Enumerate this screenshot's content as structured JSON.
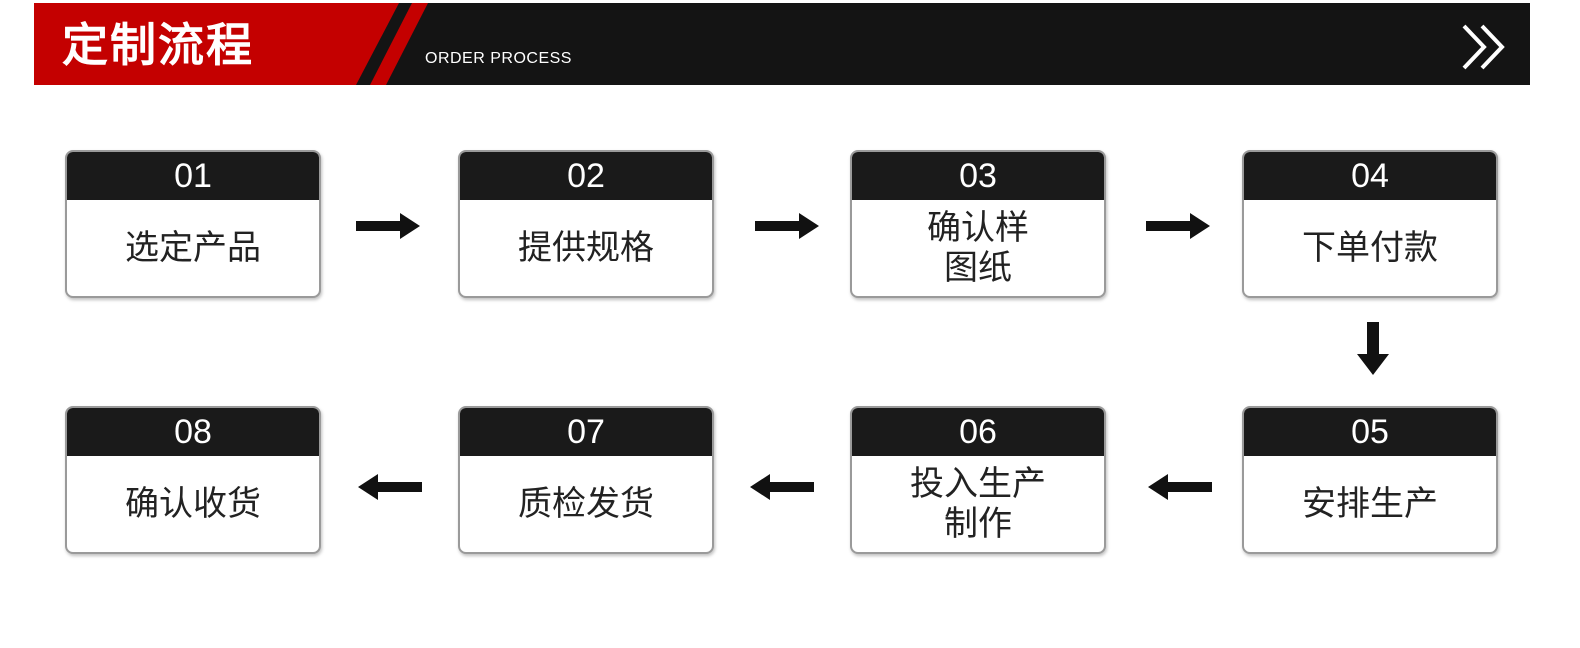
{
  "header": {
    "title": "定制流程",
    "subtitle": "ORDER PROCESS",
    "accent_color": "#c40000",
    "bar_color": "#141414",
    "chevron_icon": "double-chevron-right-icon"
  },
  "steps": [
    {
      "number": "01",
      "label": "选定产品"
    },
    {
      "number": "02",
      "label": "提供规格"
    },
    {
      "number": "03",
      "label": "确认样图纸"
    },
    {
      "number": "04",
      "label": "下单付款"
    },
    {
      "number": "05",
      "label": "安排生产"
    },
    {
      "number": "06",
      "label": "投入生产制作"
    },
    {
      "number": "07",
      "label": "质检发货"
    },
    {
      "number": "08",
      "label": "确认收货"
    }
  ],
  "arrows": {
    "row1": "arrow-right-icon",
    "turn": "arrow-down-icon",
    "row2": "arrow-left-icon"
  }
}
